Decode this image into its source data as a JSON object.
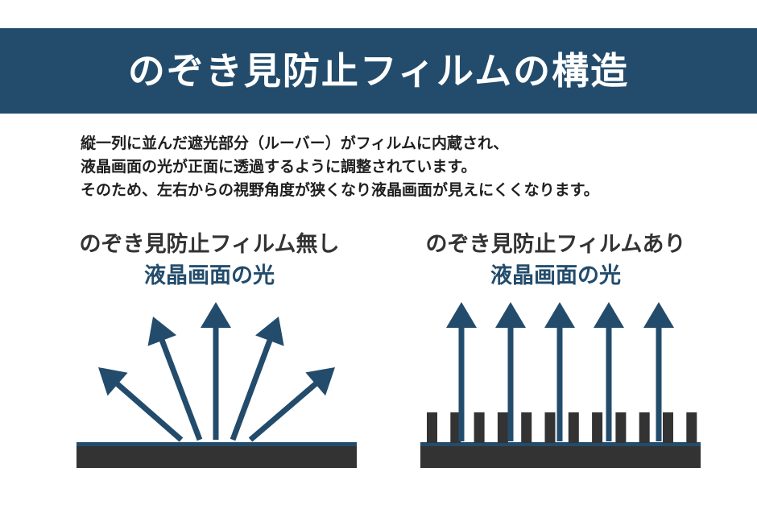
{
  "banner": {
    "title": "のぞき見防止フィルムの構造"
  },
  "description": {
    "lines": [
      "縦一列に並んだ遮光部分（ルーバー）がフィルムに内蔵され、",
      "液晶画面の光が正面に透過するように調整されています。",
      "そのため、左右からの視野角度が狭くなり液晶画面が見えにくくなります。"
    ]
  },
  "left_panel": {
    "heading": "のぞき見防止フィルム無し",
    "subheading": "液晶画面の光",
    "arrow_count": 5
  },
  "right_panel": {
    "heading": "のぞき見防止フィルムあり",
    "subheading": "液晶画面の光",
    "arrow_count": 5,
    "louver_count": 12
  },
  "colors": {
    "brand_navy": "#234c6c",
    "base_dark": "#333333",
    "text_dark": "#1f1f1f",
    "background": "#ffffff"
  }
}
